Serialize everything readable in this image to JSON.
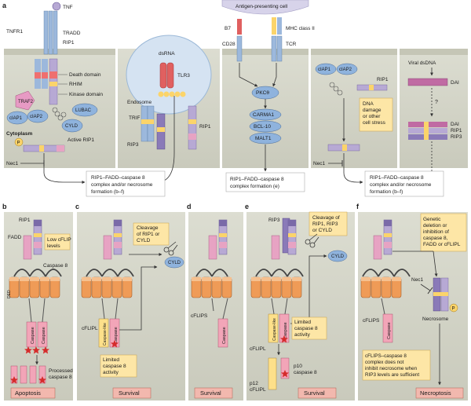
{
  "panel_letters": {
    "a": "a",
    "b": "b",
    "c": "c",
    "d": "d",
    "e": "e",
    "f": "f"
  },
  "panel_a": {
    "tnf": "TNF",
    "tnfr1": "TNFR1",
    "tradd": "TRADD",
    "rip1": "RIP1",
    "death_domain": "Death domain",
    "rhim": "RHIM",
    "kinase_domain": "Kinase domain",
    "traf2": "TRAF2",
    "ciap1": "cIAP1",
    "ciap2": "cIAP2",
    "lubac": "LUBAC",
    "cyld": "CYLD",
    "active_rip1": "Active RIP1",
    "phospho": "P",
    "cytoplasm": "Cytoplasm",
    "nec1_left": "Nec1",
    "dsrna": "dsRNA",
    "tlr3": "TLR3",
    "endosome": "Endosome",
    "trif": "TRIF",
    "rip3": "RIP3",
    "rip1_mid": "RIP1",
    "apc": "Antigen-presenting cell",
    "b7": "B7",
    "mhc": "MHC class II",
    "cd28": "CD28",
    "tcr": "TCR",
    "pkc": "PKCθ",
    "carma1": "CARMA1",
    "bcl10": "BCL-10",
    "malt1": "MALT1",
    "ciap1_r": "cIAP1",
    "ciap2_r": "cIAP2",
    "rip1_r": "RIP1",
    "dna_damage": [
      "DNA",
      "damage",
      "or other",
      "cell stress"
    ],
    "nec1_right": "Nec1",
    "viral_dsdna": "Viral dsDNA",
    "dai": "DAI",
    "question": "?",
    "dai2": "DAI",
    "rip1_2": "RIP1",
    "rip3_2": "RIP3",
    "box_left": [
      "RIP1–FADD–caspase 8",
      "complex and/or necrosome",
      "formation (b–f)"
    ],
    "box_mid": [
      "RIP1–FADD–caspase 8",
      "complex formation (e)"
    ],
    "box_right": [
      "RIP1–FADD–caspase 8",
      "complex and/or necrosome",
      "formation (b–f)"
    ]
  },
  "panel_b": {
    "rip1": "RIP1",
    "fadd": "FADD",
    "low_cflip": [
      "Low cFLIP",
      "levels"
    ],
    "caspase8": "Caspase 8",
    "ded": "DED",
    "caspase": "Caspase",
    "processed": [
      "Processed",
      "caspase 8"
    ],
    "outcome": "Apoptosis"
  },
  "panel_c": {
    "cleavage": [
      "Cleavage",
      "of RIP1 or",
      "CYLD"
    ],
    "cyld": "CYLD",
    "cflipl": "cFLIPL",
    "caspase_like": "Caspase-like",
    "caspase": "Caspase",
    "limited": [
      "Limited",
      "caspase 8",
      "activity"
    ],
    "outcome": "Survival"
  },
  "panel_d": {
    "cflips": "cFLIPS",
    "caspase": "Caspase",
    "outcome": "Survival"
  },
  "panel_e": {
    "rip3": "RIP3",
    "cleavage": [
      "Cleavage of",
      "RIP1, RIP3",
      "or CYLD"
    ],
    "cyld": "CYLD",
    "caspase_like": "Caspase-like",
    "caspase": "Caspase",
    "limited": [
      "Limited",
      "caspase 8",
      "activity"
    ],
    "cflipl": "cFLIPL",
    "p10": [
      "p10",
      "caspase 8"
    ],
    "p12": [
      "p12",
      "cFLIPL"
    ],
    "outcome": "Survival"
  },
  "panel_f": {
    "genetic": [
      "Genetic",
      "deletion or",
      "inhibition of",
      "caspase 8,",
      "FADD or cFLIPL"
    ],
    "nec1": "Nec1",
    "phospho": "P",
    "necrosome": "Necrosome",
    "cflips": "cFLIPS",
    "caspase": "Caspase",
    "note": [
      "cFLIPS–caspase 8",
      "complex does not",
      "inhibit necrosome when",
      "RIP3 levels are sufficient"
    ],
    "outcome": "Necroptosis"
  },
  "colors": {
    "panel_bg": "#d7d8cc",
    "membrane": "#c5c6b6",
    "purple": "#7a6aa8",
    "pink": "#e7a3c3",
    "orange": "#ef9b57",
    "yellow_box": "#fde6a6",
    "blue_light": "#b9d3ec",
    "outcome_pink": "#f2b8ae",
    "star_red": "#d52b2b"
  }
}
